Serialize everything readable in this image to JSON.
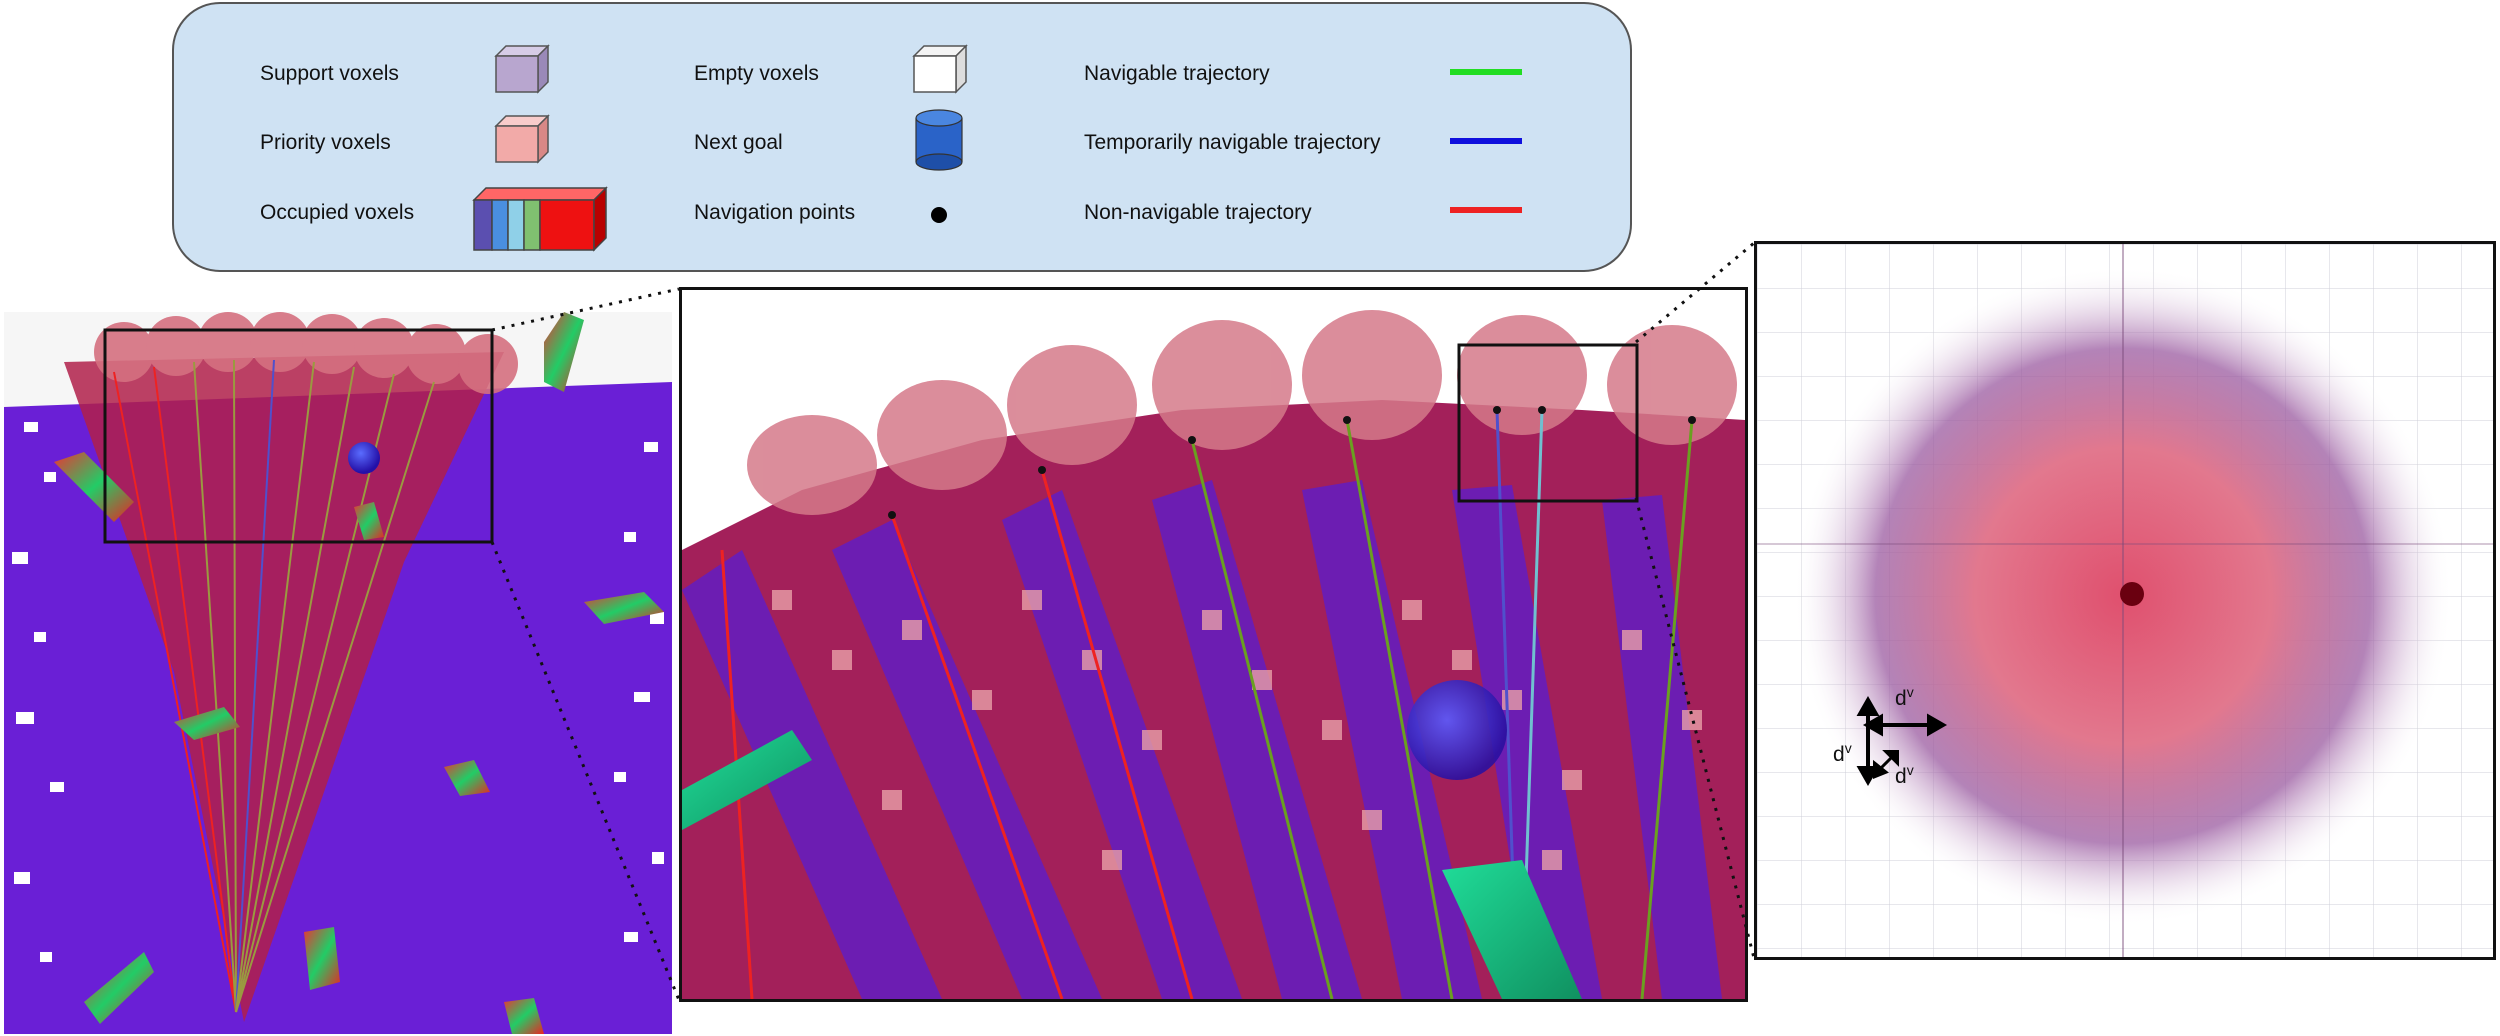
{
  "legend": {
    "support_voxels": "Support voxels",
    "priority_voxels": "Priority voxels",
    "occupied_voxels": "Occupied voxels",
    "empty_voxels": "Empty voxels",
    "next_goal": "Next goal",
    "navigation_points": "Navigation points",
    "navigable_trajectory": "Navigable trajectory",
    "temporarily_navigable_trajectory": "Temporarily navigable trajectory",
    "non_navigable_trajectory": "Non-navigable trajectory"
  },
  "colors": {
    "legend_bg": "#cfe2f3",
    "support_voxel": "#b8a6cf",
    "priority_voxel": "#f2aaa8",
    "navigable": "#22dd22",
    "temporarily_navigable": "#1010dd",
    "non_navigable": "#ee2222",
    "ground": "#6a1fd6",
    "priority_region": "#b0204a"
  },
  "detail": {
    "dim_label": "dv"
  }
}
